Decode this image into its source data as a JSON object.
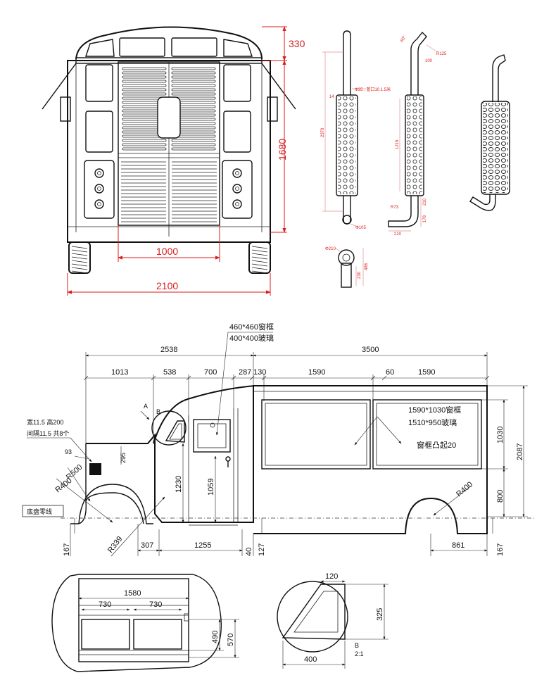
{
  "front_view": {
    "dims": {
      "roof_height": "330",
      "body_height": "1680",
      "grille_width": "1000",
      "overall_width": "2100"
    }
  },
  "exhaust": {
    "pipe1": {
      "top_note": "Φ35 , 管口10.1.5米",
      "length": "2370",
      "diameter": "Φ105",
      "tag": "14"
    },
    "pipe2": {
      "angle": "60°",
      "radius": "R125",
      "offset": "100",
      "perf_length": "1215",
      "bend_radius": "R73",
      "v1": "210",
      "v2": "178",
      "v3": "210"
    },
    "pipe3": {
      "diameter": "Φ210",
      "h1": "230",
      "h2": "488"
    }
  },
  "side_view": {
    "window_frame_small": "460*460窗框",
    "window_glass_small": "400*400玻璃",
    "top_dims": {
      "front_total": "2538",
      "rear_total": "3500"
    },
    "seg_dims": [
      "1013",
      "538",
      "700",
      "287",
      "130",
      "1590",
      "60",
      "1590"
    ],
    "vent_note_1": "宽11.5  高200",
    "vent_note_2": "间隔11.5  共8个",
    "label_a": "A",
    "label_b": "B",
    "dim_93": "93",
    "dim_295": "295",
    "r500": "R500",
    "r400_front": "R400",
    "r400_rear": "R400",
    "r339": "R339",
    "chassis_label": "底盘零线",
    "dim_1230": "1230",
    "dim_1059": "1059",
    "window_frame_large": "1590*1030窗框",
    "window_glass_large": "1510*950玻璃",
    "window_bulge": "窗框凸起20",
    "right_dims": {
      "window_height": "1030",
      "lower_height": "800",
      "total_height": "2087"
    },
    "bottom_dims": [
      "167",
      "307",
      "1255",
      "40",
      "127",
      "861",
      "167"
    ]
  },
  "detail_a": {
    "width_total": "1580",
    "half1": "730",
    "half2": "730",
    "h1": "490",
    "h2": "570"
  },
  "detail_b": {
    "top": "120",
    "height": "325",
    "width": "400",
    "label": "B",
    "scale": "2:1"
  }
}
